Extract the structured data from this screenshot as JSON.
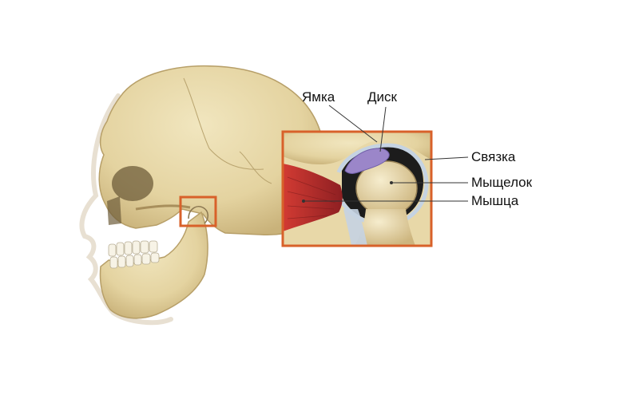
{
  "labels": {
    "fossa": "Ямка",
    "disc": "Диск",
    "ligament": "Связка",
    "condyle": "Мыщелок",
    "muscle": "Мышца"
  },
  "colors": {
    "bone": "#e9dcb1",
    "bone_shadow": "#c7b27a",
    "highlight_frame": "#d8612a",
    "disc": "#9b86c9",
    "muscle": "#b32b2b",
    "ligament": "#c5d3e2"
  }
}
